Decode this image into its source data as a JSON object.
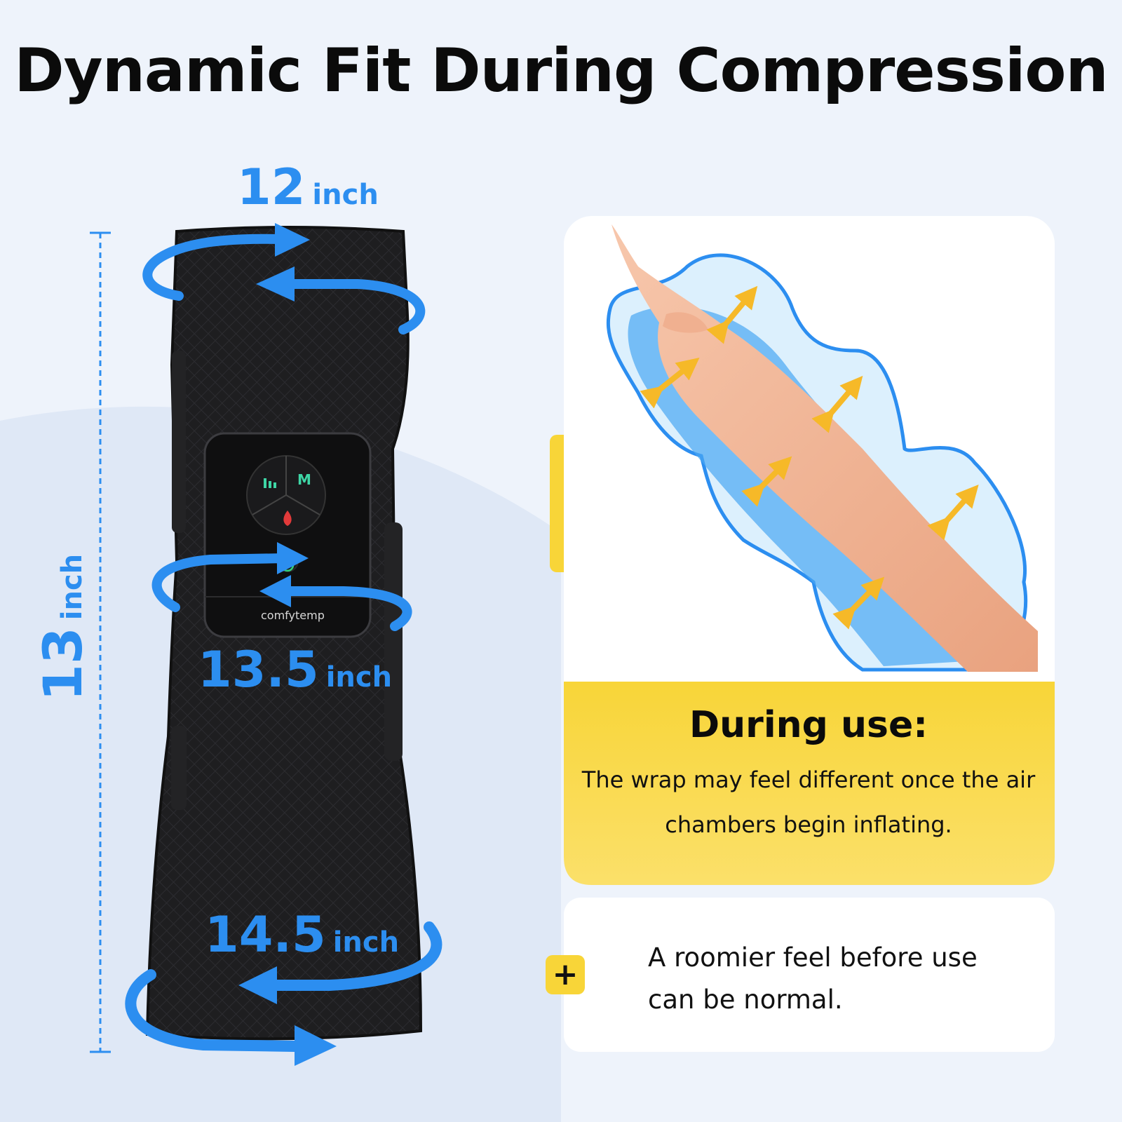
{
  "title": "Dynamic Fit During Compression",
  "dimensions": {
    "top": {
      "value": "12",
      "unit": "inch"
    },
    "middle": {
      "value": "13.5",
      "unit": "inch"
    },
    "bottom": {
      "value": "14.5",
      "unit": "inch"
    },
    "height": {
      "value": "13",
      "unit": "inch"
    }
  },
  "device": {
    "brand": "comfytemp",
    "button_mode": "M"
  },
  "info_card": {
    "heading": "During use:",
    "description": "The wrap may feel different once the air chambers begin inflating."
  },
  "note": {
    "badge": "+",
    "text": "A roomier feel before use can be normal."
  },
  "colors": {
    "accent_blue": "#2c8ef0",
    "accent_yellow": "#f8d538",
    "wrap_black": "#1c1c1e"
  }
}
